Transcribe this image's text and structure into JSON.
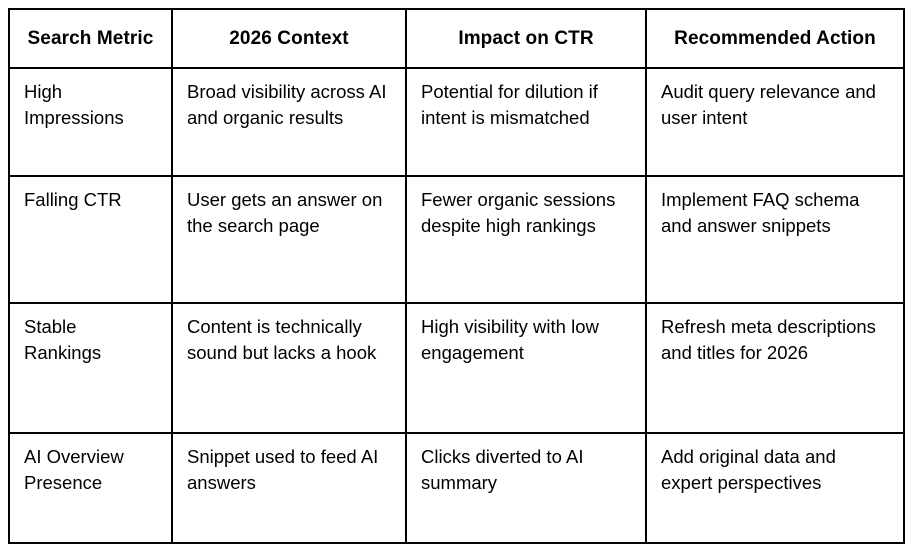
{
  "table": {
    "columns": [
      "Search Metric",
      "2026 Context",
      "Impact on CTR",
      "Recommended Action"
    ],
    "rows": [
      {
        "metric": "High Impressions",
        "context": "Broad visibility across AI and organic results",
        "impact": "Potential for dilution if intent is mismatched",
        "action": "Audit query relevance and user intent"
      },
      {
        "metric": "Falling CTR",
        "context": "User gets an answer on the search page",
        "impact": "Fewer organic sessions despite high rankings",
        "action": "Implement FAQ schema and answer snippets"
      },
      {
        "metric": "Stable Rankings",
        "context": "Content is technically sound but lacks a hook",
        "impact": "High visibility with low engagement",
        "action": "Refresh meta descriptions and titles for 2026"
      },
      {
        "metric": "AI Overview Presence",
        "context": "Snippet used to feed AI answers",
        "impact": "Clicks diverted to AI summary",
        "action": "Add original data and expert perspectives"
      }
    ]
  },
  "colors": {
    "border": "#000000",
    "text": "#000000",
    "background": "#ffffff"
  }
}
